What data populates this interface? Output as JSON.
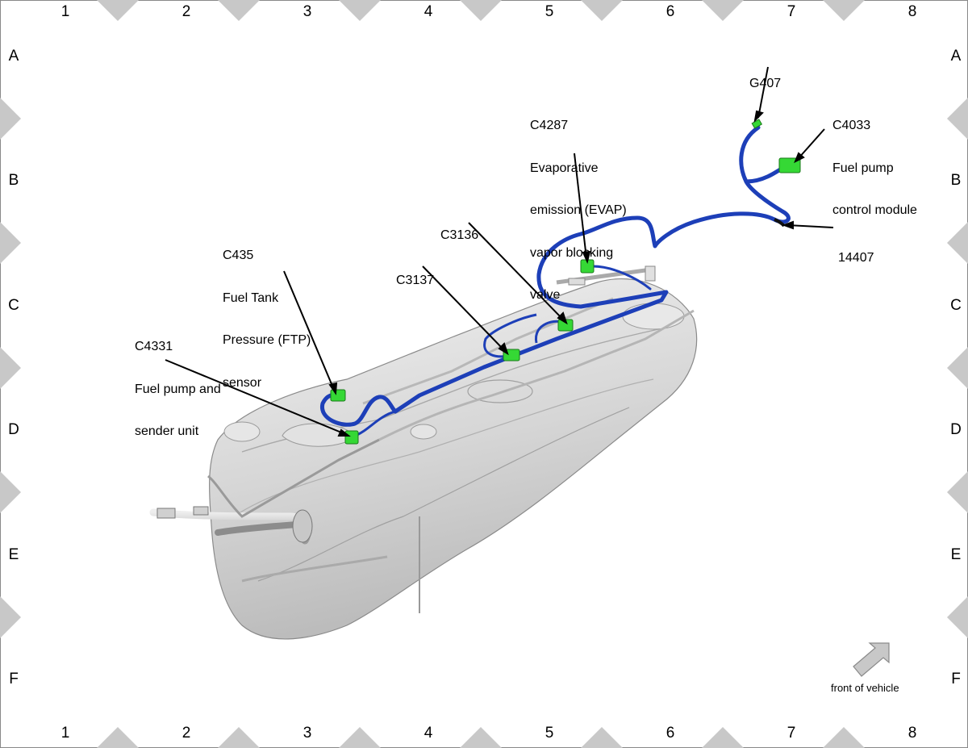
{
  "grid": {
    "columns": [
      "1",
      "2",
      "3",
      "4",
      "5",
      "6",
      "7",
      "8"
    ],
    "rows": [
      "A",
      "B",
      "C",
      "D",
      "E",
      "F"
    ]
  },
  "callouts": {
    "g407": [
      "G407"
    ],
    "c4033": [
      "C4033",
      "Fuel pump",
      "control module"
    ],
    "c4287": [
      "C4287",
      "Evaporative",
      "emission (EVAP)",
      "vapor blocking",
      "valve"
    ],
    "c3136": [
      "C3136"
    ],
    "c3137": [
      "C3137"
    ],
    "c435": [
      "C435",
      "Fuel Tank",
      "Pressure (FTP)",
      "sensor"
    ],
    "c4331": [
      "C4331",
      "Fuel pump and",
      "sender unit"
    ],
    "h14407": [
      "14407"
    ]
  },
  "orientation": {
    "label": "front of vehicle",
    "icon": "arrow-up-right-icon"
  },
  "colors": {
    "harness": "#1d3fb8",
    "connector": "#35d835",
    "tank": "#d4d4d4",
    "border_marker": "#c8c8c8"
  }
}
